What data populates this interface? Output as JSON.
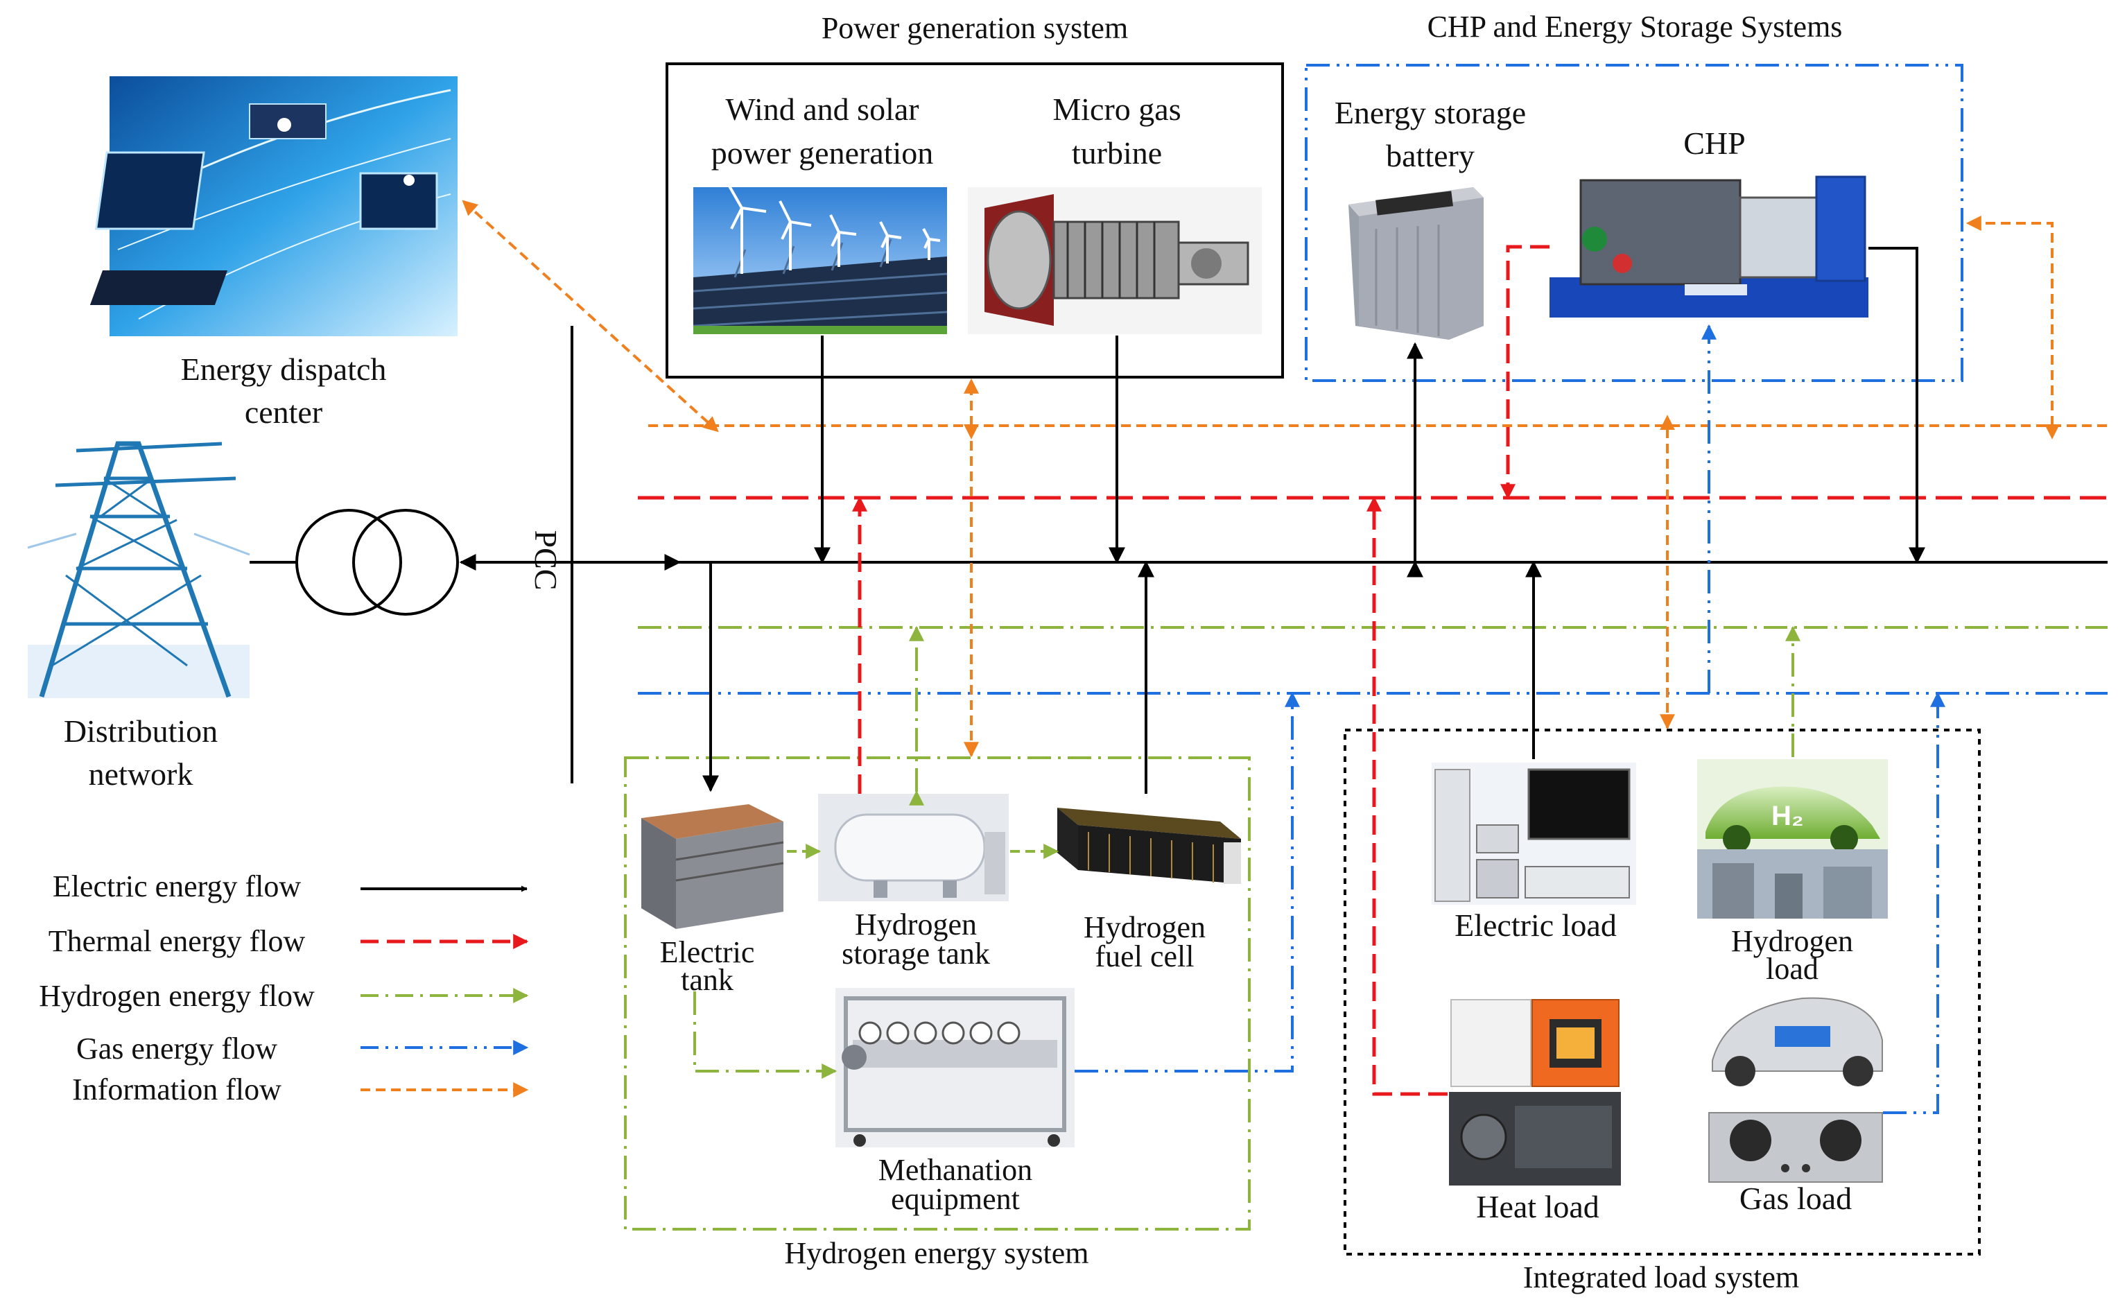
{
  "colors": {
    "electric": "#000000",
    "thermal": "#e8191d",
    "hydrogen": "#8db43c",
    "gas": "#1e6fe0",
    "information": "#f0801e"
  },
  "sections": {
    "power_generation": "Power generation system",
    "chp_storage": "CHP and Energy Storage Systems",
    "hydrogen_system": "Hydrogen energy system",
    "integrated_load": "Integrated load system"
  },
  "components": {
    "dispatch_line1": "Energy dispatch",
    "dispatch_line2": "center",
    "distribution_line1": "Distribution",
    "distribution_line2": "network",
    "pcc": "PCC",
    "wind_solar_line1": "Wind and solar",
    "wind_solar_line2": "power generation",
    "micro_gas_line1": "Micro gas",
    "micro_gas_line2": "turbine",
    "battery_line1": "Energy storage",
    "battery_line2": "battery",
    "chp": "CHP",
    "electric_tank_line1": "Electric",
    "electric_tank_line2": "tank",
    "h2_storage_line1": "Hydrogen",
    "h2_storage_line2": "storage tank",
    "h2_fuel_line1": "Hydrogen",
    "h2_fuel_line2": "fuel cell",
    "methanation_line1": "Methanation",
    "methanation_line2": "equipment",
    "electric_load": "Electric load",
    "hydrogen_load_line1": "Hydrogen",
    "hydrogen_load_line2": "load",
    "heat_load": "Heat load",
    "gas_load": "Gas load",
    "h2_badge": "H₂"
  },
  "legend": [
    {
      "label": "Electric energy flow",
      "flow": "electric"
    },
    {
      "label": "Thermal energy flow",
      "flow": "thermal"
    },
    {
      "label": "Hydrogen energy flow",
      "flow": "hydrogen"
    },
    {
      "label": "Gas energy flow",
      "flow": "gas"
    },
    {
      "label": "Information flow",
      "flow": "information"
    }
  ]
}
